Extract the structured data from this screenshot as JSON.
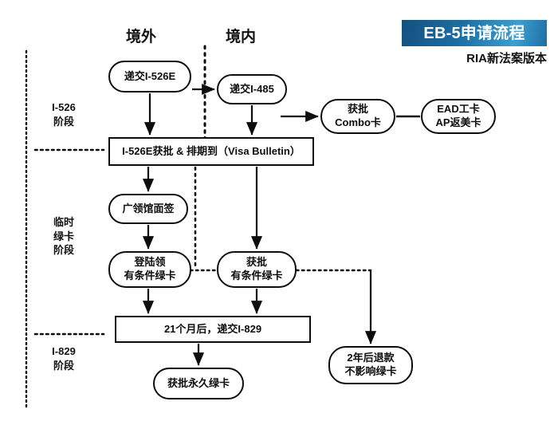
{
  "banner": {
    "title": "EB-5申请流程",
    "subtitle": "RIA新法案版本",
    "bg_start": "#14507f",
    "bg_end": "#3b9fd0",
    "text_color": "#ffffff"
  },
  "columns": {
    "outside_label": "境外",
    "inside_label": "境内"
  },
  "stages": [
    {
      "lines": [
        "I-526",
        "阶段"
      ]
    },
    {
      "lines": [
        "临时",
        "绿卡",
        "阶段"
      ]
    },
    {
      "lines": [
        "I-829",
        "阶段"
      ]
    }
  ],
  "nodes": {
    "submit_i526e": {
      "lines": [
        "递交I-526E"
      ],
      "shape": "pill"
    },
    "submit_i485": {
      "lines": [
        "递交I-485"
      ],
      "shape": "pill"
    },
    "approve_combo": {
      "lines": [
        "获批",
        "Combo卡"
      ],
      "shape": "pill"
    },
    "ead_ap": {
      "lines": [
        "EAD工卡",
        "AP返美卡"
      ],
      "shape": "pill"
    },
    "i526e_approved": {
      "lines": [
        "I-526E获批 & 排期到（Visa Bulletin）"
      ],
      "shape": "rect"
    },
    "consulate": {
      "lines": [
        "广领馆面签"
      ],
      "shape": "pill"
    },
    "land_conditional": {
      "lines": [
        "登陆领",
        "有条件绿卡"
      ],
      "shape": "pill"
    },
    "approve_conditional": {
      "lines": [
        "获批",
        "有条件绿卡"
      ],
      "shape": "pill"
    },
    "submit_i829": {
      "lines": [
        "21个月后，递交I-829"
      ],
      "shape": "rect"
    },
    "permanent_gc": {
      "lines": [
        "获批永久绿卡"
      ],
      "shape": "pill"
    },
    "refund": {
      "lines": [
        "2年后退款",
        "不影响绿卡"
      ],
      "shape": "pill"
    }
  },
  "style": {
    "stroke": "#0d0d0d",
    "background": "#ffffff"
  }
}
